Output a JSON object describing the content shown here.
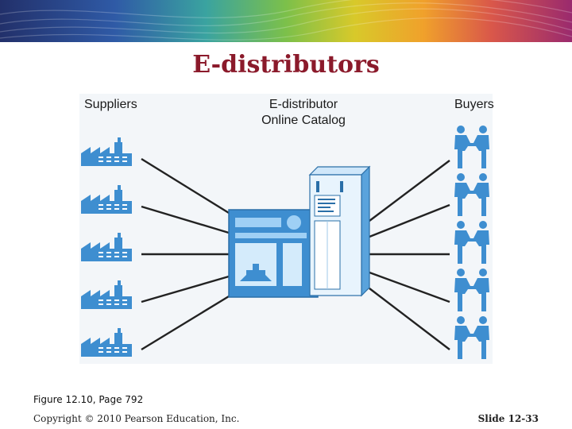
{
  "slide": {
    "title": "E-distributors",
    "figure_caption": "Figure 12.10, Page 792",
    "copyright": "Copyright © 2010 Pearson Education, Inc.",
    "slide_number": "Slide 12-33"
  },
  "diagram": {
    "suppliers_label": "Suppliers",
    "distributor_label_line1": "E-distributor",
    "distributor_label_line2": "Online Catalog",
    "buyers_label": "Buyers"
  },
  "colors": {
    "title": "#8b1a2b",
    "icon_blue": "#3e8ed0",
    "line": "#222222",
    "panel_bg": "#f3f6f9"
  },
  "icons": {
    "supplier": "factory-icon",
    "buyer": "handshake-icon",
    "catalog": "catalog-window-icon",
    "server": "server-tower-icon"
  }
}
